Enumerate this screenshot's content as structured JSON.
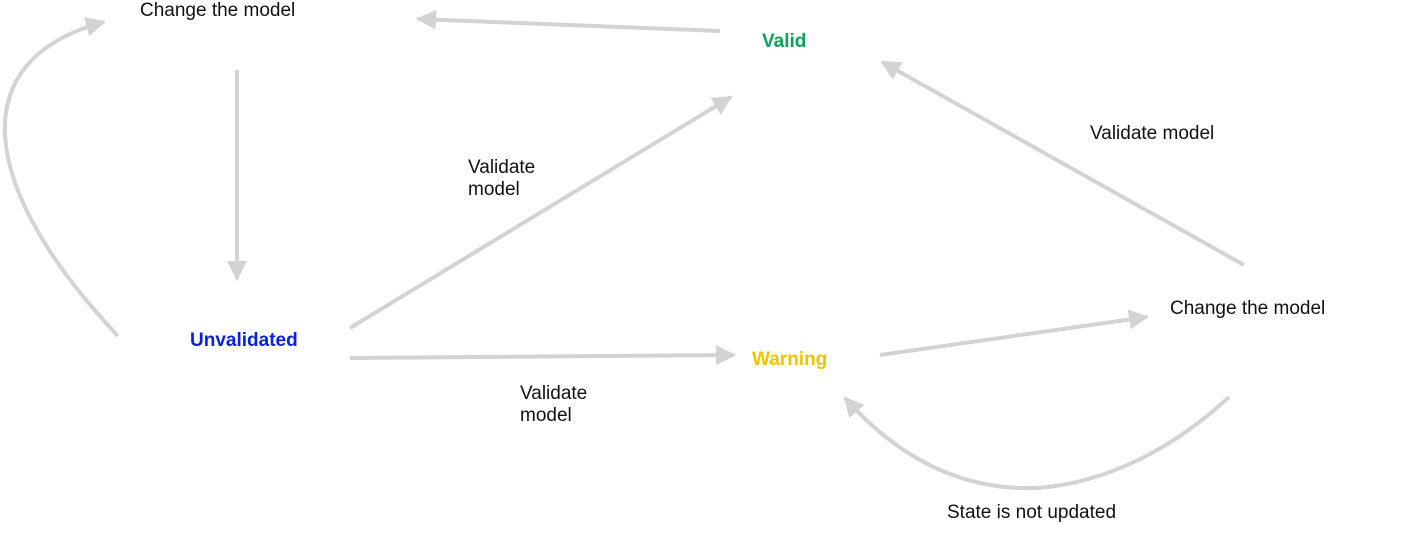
{
  "states": {
    "unvalidated": "Unvalidated",
    "valid": "Valid",
    "warning": "Warning"
  },
  "labels": {
    "change_model_top": "Change the model",
    "change_model_right": "Change the model",
    "validate_to_valid": [
      "Validate",
      "model"
    ],
    "validate_to_warning": [
      "Validate",
      "model"
    ],
    "validate_from_change": "Validate model",
    "state_not_updated": "State is not updated"
  },
  "colors": {
    "unvalidated": "#0a22e0",
    "valid": "#0aa35c",
    "warning": "#f2c200",
    "arrow": "#d3d3d3",
    "text": "#111111"
  }
}
